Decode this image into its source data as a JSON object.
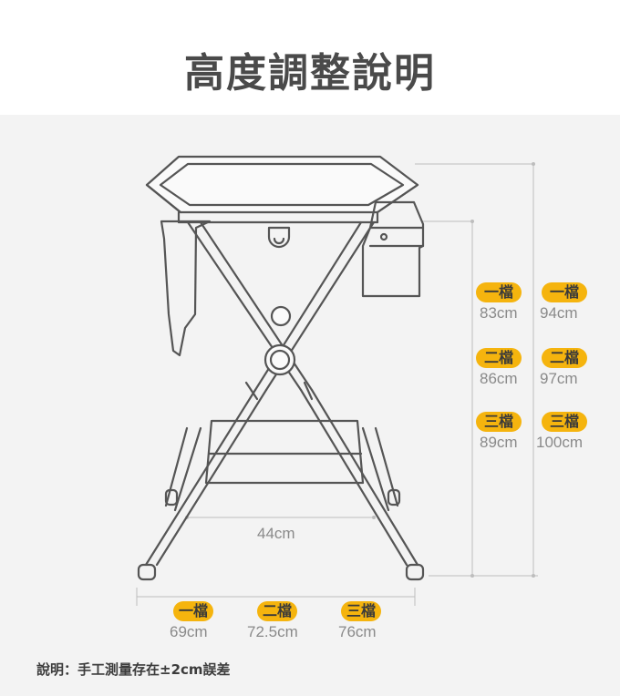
{
  "title": "高度調整說明",
  "width_label": "44cm",
  "depth_levels": [
    {
      "label": "一檔",
      "value": "69cm"
    },
    {
      "label": "二檔",
      "value": "72.5cm"
    },
    {
      "label": "三檔",
      "value": "76cm"
    }
  ],
  "height_levels_a": [
    {
      "label": "一檔",
      "value": "83cm"
    },
    {
      "label": "二檔",
      "value": "86cm"
    },
    {
      "label": "三檔",
      "value": "89cm"
    }
  ],
  "height_levels_b": [
    {
      "label": "一檔",
      "value": "94cm"
    },
    {
      "label": "二檔",
      "value": "97cm"
    },
    {
      "label": "三檔",
      "value": "100cm"
    }
  ],
  "note": "說明：手工測量存在±2cm誤差",
  "colors": {
    "badge": "#f5b40e",
    "line": "#555555",
    "guide": "#bdbdbd"
  }
}
